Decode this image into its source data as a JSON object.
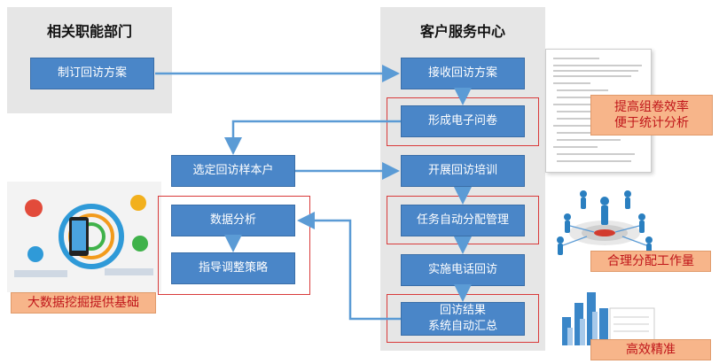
{
  "panels": {
    "left_title": "相关职能部门",
    "right_title": "客户服务中心"
  },
  "nodes": {
    "make_plan": "制订回访方案",
    "receive_plan": "接收回访方案",
    "form_survey": "形成电子问卷",
    "select_sample": "选定回访样本户",
    "training": "开展回访培训",
    "data_analysis": "数据分析",
    "task_assign": "任务自动分配管理",
    "guide_strategy": "指导调整策略",
    "phone_visit": "实施电话回访",
    "summary_line1": "回访结果",
    "summary_line2": "系统自动汇总"
  },
  "callouts": {
    "efficiency_line1": "提高组卷效率",
    "efficiency_line2": "便于统计分析",
    "workload": "合理分配工作量",
    "bigdata": "大数据挖掘提供基础",
    "precise": "高效精准"
  },
  "colors": {
    "box_fill": "#4a86c8",
    "arrow": "#5b9bd5",
    "highlight_frame": "#d93a3a",
    "callout_fill": "#f7b58a",
    "callout_text": "#c0161a",
    "panel_bg": "#e6e6e6"
  }
}
